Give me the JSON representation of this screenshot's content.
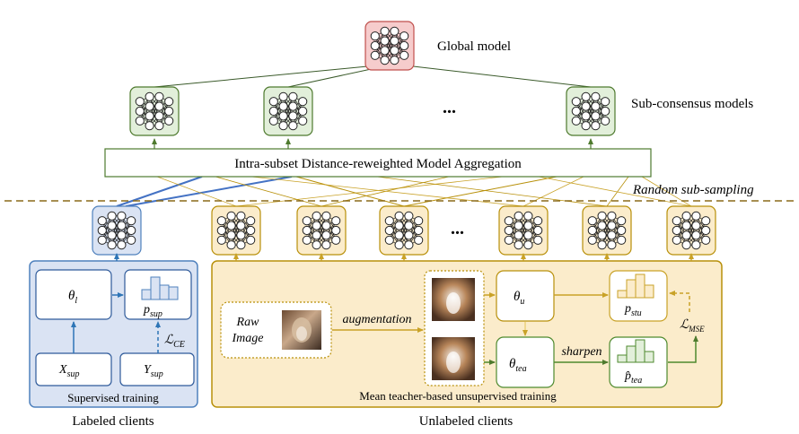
{
  "global_model_label": "Global model",
  "sub_consensus_label": "Sub-consensus models",
  "aggregation_label": "Intra-subset Distance-reweighted Model Aggregation",
  "random_subsampling_label": "Random sub-sampling",
  "ellipsis": "...",
  "labeled": {
    "theta_l": "θ",
    "theta_l_sub": "l",
    "p_sup": "p",
    "p_sup_sub": "sup",
    "loss_ce": "ℒ",
    "loss_ce_sub": "CE",
    "x_sup": "X",
    "x_sup_sub": "sup",
    "y_sup": "Y",
    "y_sup_sub": "sup",
    "panel_label": "Supervised training",
    "caption": "Labeled clients"
  },
  "unlabeled": {
    "raw_image_line1": "Raw",
    "raw_image_line2": "Image",
    "augmentation": "augmentation",
    "theta_u": "θ",
    "theta_u_sub": "u",
    "theta_tea": "θ",
    "theta_tea_sub": "tea",
    "sharpen": "sharpen",
    "p_stu": "p",
    "p_stu_sub": "stu",
    "p_tea": "p̂",
    "p_tea_sub": "tea",
    "loss_mse": "ℒ",
    "loss_mse_sub": "MSE",
    "panel_label": "Mean teacher-based unsupervised training",
    "caption": "Unlabeled clients"
  },
  "colors": {
    "global_fill": "#f6cccc",
    "global_stroke": "#c0504d",
    "sub_fill": "#e2efda",
    "sub_stroke": "#4e7a2e",
    "blue_fill": "#dae3f3",
    "blue_stroke": "#4f81bd",
    "blue_arrow": "#2e75b6",
    "gold_fill": "#fbeccb",
    "gold_stroke": "#b8900a",
    "gold_arrow": "#c9a227",
    "green_arrow": "#4e8a2e",
    "dashed_line": "#8a6a1a"
  }
}
